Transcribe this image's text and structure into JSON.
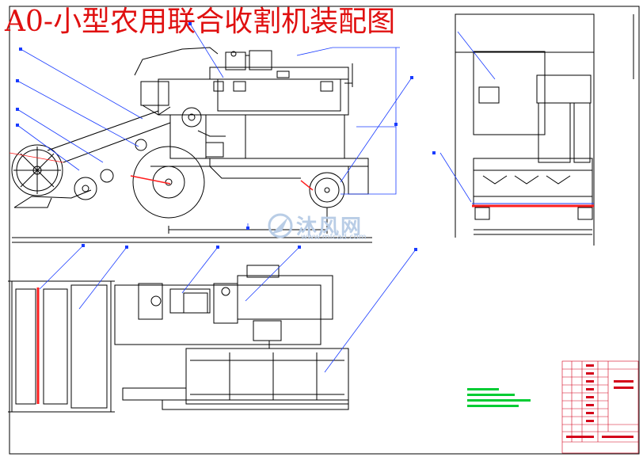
{
  "title": "A0-小型农用联合收割机装配图",
  "watermark": {
    "text_cn": "沐风网",
    "url": "www.mfcad.com"
  },
  "colors": {
    "line": "#000000",
    "leader": "#1a3cff",
    "title": "#e01010",
    "highlight": "#ff1e1e",
    "note": "#00cc33",
    "table": "#d4001a",
    "watermark": "#b9cde6"
  },
  "icons": [
    "watermark-logo-icon"
  ]
}
